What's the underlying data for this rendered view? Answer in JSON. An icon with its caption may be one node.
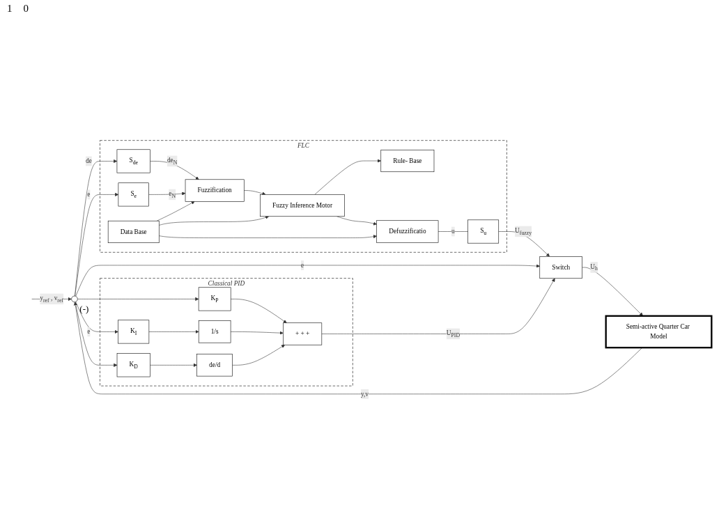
{
  "diagram": {
    "nodes": [
      {
        "text": [
          "FLC"
        ]
      },
      {
        "text": [
          "S$_{de}$"
        ],
        "in": 0
      },
      {
        "text": [
          "S$_{e}$"
        ],
        "in": 0
      },
      {
        "text": [
          "Fuzzification"
        ],
        "in": 0
      },
      {
        "text": [
          "Rule- Base"
        ],
        "in": 0
      },
      {
        "text": [
          "Fuzzy Inference Motor"
        ],
        "in": 0
      },
      {
        "text": [
          "Defuzzificatio"
        ],
        "in": 0
      },
      {
        "text": [
          "Data Base"
        ],
        "in": 0
      },
      {
        "text": [
          "S$_{u}$"
        ],
        "in": 0
      },
      {
        "text": [],
        "shape": "circle",
        "beside": [
          "(-)"
        ]
      },
      {
        "text": [
          "Classical PID"
        ]
      },
      {
        "text": [
          "K$_{P}$"
        ],
        "in": 10
      },
      {
        "text": [
          "K$_{I}$"
        ],
        "in": 10
      },
      {
        "text": [
          "K$_{D}$"
        ],
        "in": 10
      },
      {
        "text": [
          "1/s"
        ],
        "in": 10
      },
      {
        "text": [
          "de/d"
        ],
        "in": 10
      },
      {
        "text": [
          "+ + +"
        ],
        "in": 10
      },
      {
        "text": [
          "Switch"
        ]
      },
      {
        "text": [
          "Semi-active Quarter Car Model"
        ]
      }
    ],
    "edges": [
      {
        "from": null,
        "to": 9,
        "arrow": "to",
        "label": "y$_{ref}$ , v$_{ref}$"
      },
      {
        "from": 9,
        "to": 1,
        "arrow": "to",
        "label": "de"
      },
      {
        "from": 9,
        "to": 2,
        "arrow": "to",
        "label": "e"
      },
      {
        "from": 1,
        "to": 3,
        "arrow": "to",
        "label": "de$_{N}$"
      },
      {
        "from": 2,
        "to": 3,
        "arrow": "to",
        "label": "e$_{N}$"
      },
      {
        "from": 3,
        "to": 5,
        "arrow": "to"
      },
      {
        "from": 5,
        "to": 4,
        "arrow": "to"
      },
      {
        "from": 5,
        "to": 6,
        "arrow": "to"
      },
      {
        "from": 7,
        "to": 3,
        "arrow": "to"
      },
      {
        "from": 7,
        "to": 5,
        "arrow": "to"
      },
      {
        "from": 7,
        "to": 6,
        "arrow": "to"
      },
      {
        "from": 6,
        "to": 8,
        "arrow": "none",
        "label": "u"
      },
      {
        "from": 8,
        "to": 17,
        "arrow": "to",
        "label": "U$_{fuzzy}$"
      },
      {
        "from": 9,
        "to": 17,
        "arrow": "to",
        "label": "e"
      },
      {
        "from": 9,
        "to": 11,
        "arrow": "to"
      },
      {
        "from": 9,
        "to": 12,
        "arrow": "to",
        "label": "e"
      },
      {
        "from": 9,
        "to": 13,
        "arrow": "to"
      },
      {
        "from": 12,
        "to": 14,
        "arrow": "to"
      },
      {
        "from": 13,
        "to": 15,
        "arrow": "to"
      },
      {
        "from": 11,
        "to": 16,
        "arrow": "to"
      },
      {
        "from": 14,
        "to": 16,
        "arrow": "to"
      },
      {
        "from": 15,
        "to": 16,
        "arrow": "to"
      },
      {
        "from": 16,
        "to": 17,
        "arrow": "to",
        "label": "U$_{PID}$"
      },
      {
        "from": 17,
        "to": 18,
        "arrow": "to",
        "label": "U$_{h}$"
      },
      {
        "from": 18,
        "to": 9,
        "arrow": "to",
        "label": "y,v"
      }
    ],
    "labels": [
      "1",
      "0"
    ]
  }
}
